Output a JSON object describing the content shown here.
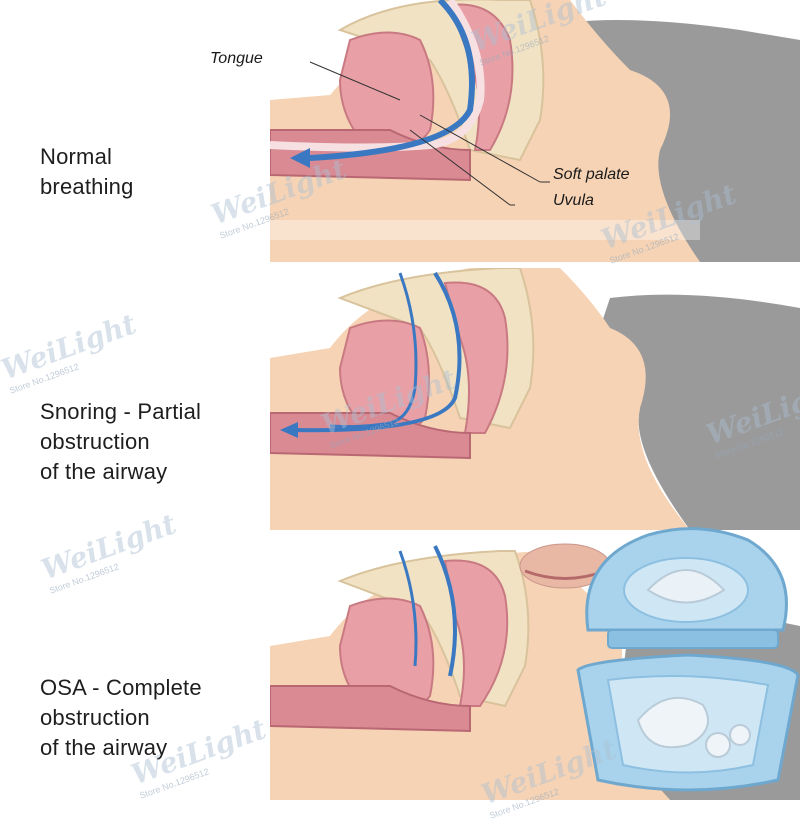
{
  "panels": [
    {
      "caption_lines": [
        "Normal",
        "breathing"
      ]
    },
    {
      "caption_lines": [
        "Snoring - Partial",
        "obstruction",
        "of the airway"
      ]
    },
    {
      "caption_lines": [
        "OSA - Complete",
        "obstruction",
        "of the airway"
      ]
    }
  ],
  "labels": {
    "tongue": "Tongue",
    "soft_palate": "Soft palate",
    "uvula": "Uvula"
  },
  "watermark": {
    "brand": "WeiLight",
    "store": "Store No.1296512"
  },
  "colors": {
    "skin": "#f6d3b4",
    "hair": "#9a9a9a",
    "tissue": "#e8a0a6",
    "airflow": "#3a78c2",
    "case": "#a9d3ec"
  }
}
